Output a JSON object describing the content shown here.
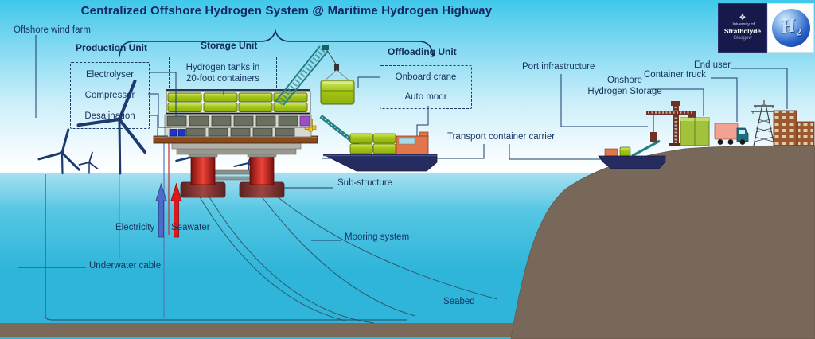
{
  "title": "Centralized Offshore Hydrogen System @ Maritime Hydrogen Highway",
  "logos": {
    "strathclyde": {
      "crest": "❖",
      "line1": "University of",
      "line2": "Strathclyde",
      "line3": "Glasgow"
    },
    "h2": {
      "symbol": "H",
      "subscript": "2"
    }
  },
  "units": {
    "production": {
      "header": "Production Unit",
      "items": [
        "Electrolyser",
        "Compressor",
        "Desalination"
      ]
    },
    "storage": {
      "header": "Storage Unit",
      "box_line1": "Hydrogen tanks in",
      "box_line2": "20-foot containers"
    },
    "offloading": {
      "header": "Offloading Unit",
      "items": [
        "Onboard crane",
        "Auto moor"
      ]
    }
  },
  "labels": {
    "offshore_wind_farm": "Offshore wind farm",
    "transport_container_carrier": "Transport container carrier",
    "port_infrastructure": "Port infrastructure",
    "onshore_storage_line1": "Onshore",
    "onshore_storage_line2": "Hydrogen Storage",
    "container_truck": "Container truck",
    "end_user": "End user",
    "sub_structure": "Sub-structure",
    "electricity": "Electricity",
    "seawater": "Seawater",
    "underwater_cable": "Underwater cable",
    "mooring_system": "Mooring system",
    "seabed": "Seabed"
  },
  "colors": {
    "text_navy": "#17335f",
    "sky_top": "#3fc8eb",
    "water_deep": "#2fb5da",
    "seabed_brown": "#7b6a59",
    "container_green": "#a2c513",
    "platform_leg_red": "#c62820",
    "deck_brown": "#8a4a1e",
    "ship_hull_navy": "#262b60",
    "ship_orange": "#e0764a",
    "crane_teal": "#247f82",
    "arrow_electricity_blue": "#4d6cc8",
    "arrow_seawater_red": "#e01818",
    "module_olive": "#6a7060",
    "purple_module": "#9b4fc0",
    "truck_cab_teal": "#1d6e80",
    "truck_cargo_salmon": "#f2a292"
  }
}
